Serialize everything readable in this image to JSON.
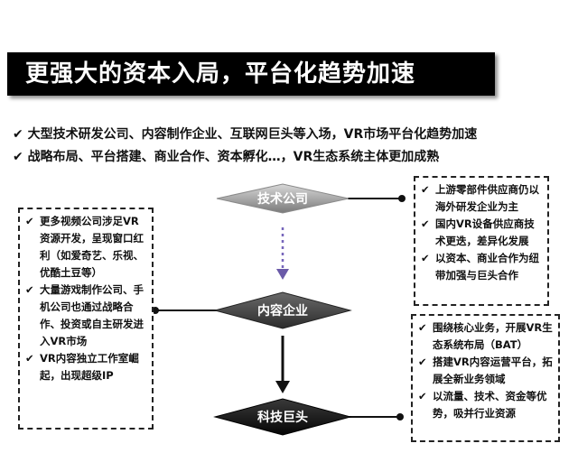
{
  "title": "更强大的资本入局，平台化趋势加速",
  "check_glyph": "✔",
  "bullets": [
    "大型技术研发公司、内容制作企业、互联网巨头等入场，VR市场平台化趋势加速",
    "战略布局、平台搭建、商业合作、资本孵化…，VR生态系统主体更加成熟"
  ],
  "nodes": {
    "tech": "技术公司",
    "content": "内容企业",
    "giants": "科技巨头"
  },
  "left_box": [
    "更多视频公司涉足VR资源开发，呈现窗口红利（如爱奇艺、乐视、优酷土豆等）",
    "大量游戏制作公司、手机公司也通过战略合作、投资或自主研发进入VR市场",
    "VR内容独立工作室崛起，出现超级IP"
  ],
  "right_top_box": [
    "上游零部件供应商仍以海外研发企业为主",
    "国内VR设备供应商技术更迭，差异化发展",
    "以资本、商业合作为纽带加强与巨头合作"
  ],
  "right_bottom_box": [
    "围绕核心业务，开展VR生态系统布局（BAT）",
    "搭建VR内容运营平台，拓展全新业务领域",
    "以流量、技术、资金等优势，吸并行业资源"
  ]
}
